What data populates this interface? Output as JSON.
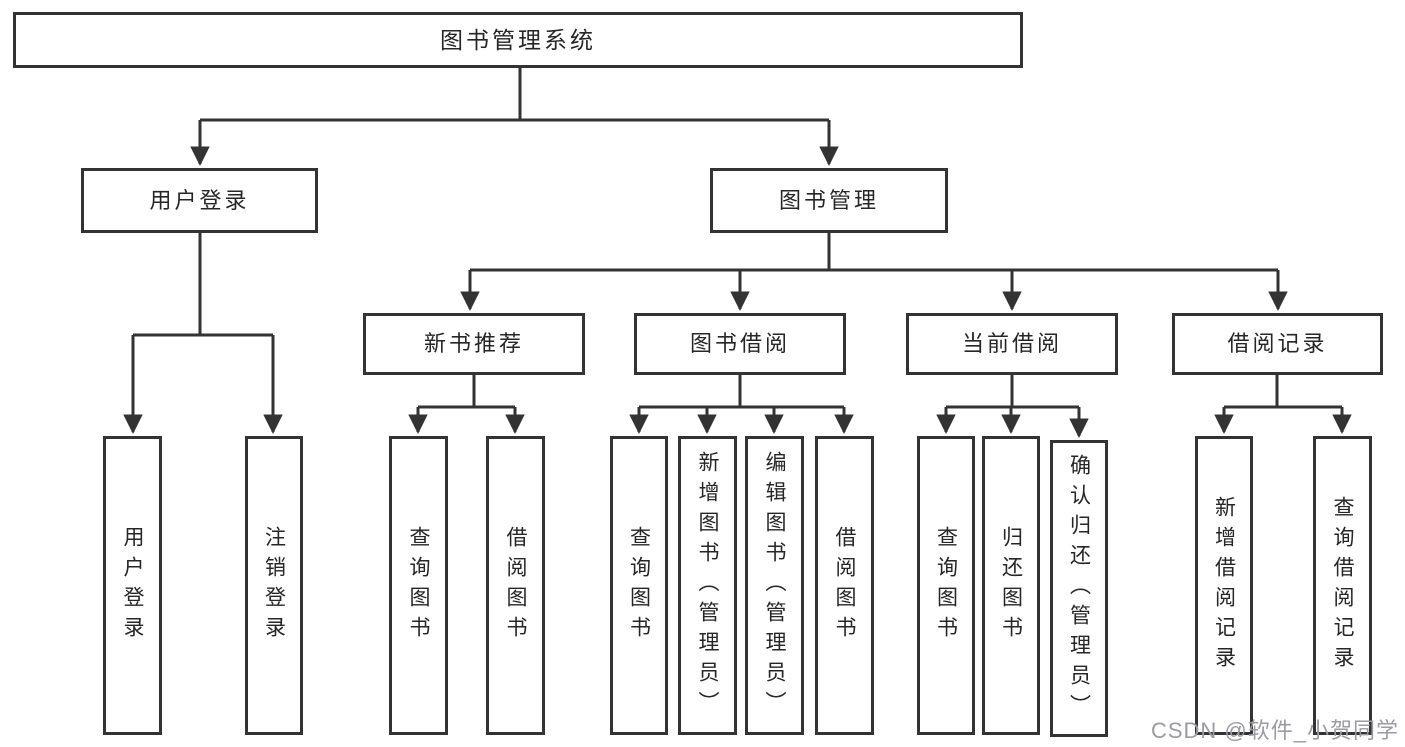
{
  "tree": {
    "root": {
      "label": "图书管理系统",
      "children": [
        {
          "label": "用户登录",
          "children": [
            {
              "label": "用户登录"
            },
            {
              "label": "注销登录"
            }
          ]
        },
        {
          "label": "图书管理",
          "children": [
            {
              "label": "新书推荐",
              "children": [
                {
                  "label": "查询图书"
                },
                {
                  "label": "借阅图书"
                }
              ]
            },
            {
              "label": "图书借阅",
              "children": [
                {
                  "label": "查询图书"
                },
                {
                  "label": "新增图书（管理员）"
                },
                {
                  "label": "编辑图书（管理员）"
                },
                {
                  "label": "借阅图书"
                }
              ]
            },
            {
              "label": "当前借阅",
              "children": [
                {
                  "label": "查询图书"
                },
                {
                  "label": "归还图书"
                },
                {
                  "label": "确认归还（管理员）"
                }
              ]
            },
            {
              "label": "借阅记录",
              "children": [
                {
                  "label": "新增借阅记录"
                },
                {
                  "label": "查询借阅记录"
                }
              ]
            }
          ]
        }
      ]
    }
  },
  "watermark": "CSDN @软件_小贺同学",
  "colors": {
    "line": "#333333",
    "text": "#262626",
    "background": "#ffffff",
    "watermark": "#9b9ba1"
  }
}
